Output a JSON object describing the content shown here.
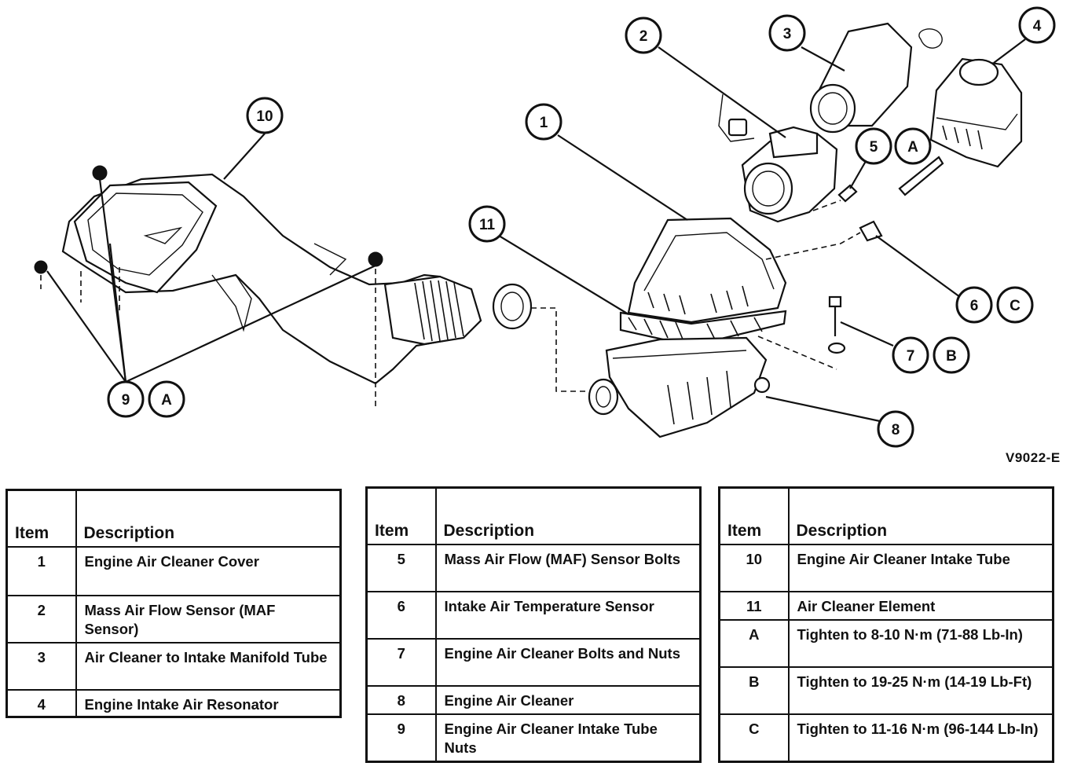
{
  "figure_code": "V9022-E",
  "callouts": [
    "1",
    "2",
    "3",
    "4",
    "5",
    "6",
    "7",
    "8",
    "9",
    "10",
    "11",
    "A",
    "B",
    "C"
  ],
  "legend_tables": [
    {
      "header_item": "Item",
      "header_description": "Description",
      "rows": [
        {
          "item": "1",
          "description": "Engine Air Cleaner Cover"
        },
        {
          "item": "2",
          "description": "Mass Air Flow Sensor (MAF Sensor)"
        },
        {
          "item": "3",
          "description": "Air Cleaner to Intake Manifold Tube"
        },
        {
          "item": "4",
          "description": "Engine Intake Air Resonator"
        }
      ]
    },
    {
      "header_item": "Item",
      "header_description": "Description",
      "rows": [
        {
          "item": "5",
          "description": "Mass Air Flow (MAF) Sensor Bolts"
        },
        {
          "item": "6",
          "description": "Intake Air Temperature Sensor"
        },
        {
          "item": "7",
          "description": "Engine Air Cleaner Bolts and Nuts"
        },
        {
          "item": "8",
          "description": "Engine Air Cleaner"
        },
        {
          "item": "9",
          "description": "Engine Air Cleaner Intake Tube Nuts"
        }
      ]
    },
    {
      "header_item": "Item",
      "header_description": "Description",
      "rows": [
        {
          "item": "10",
          "description": "Engine Air Cleaner Intake Tube"
        },
        {
          "item": "11",
          "description": "Air Cleaner Element"
        },
        {
          "item": "A",
          "description": "Tighten to 8-10 N·m (71-88 Lb-In)"
        },
        {
          "item": "B",
          "description": "Tighten to 19-25 N·m (14-19 Lb-Ft)"
        },
        {
          "item": "C",
          "description": "Tighten to 11-16 N·m (96-144 Lb-In)"
        }
      ]
    }
  ]
}
